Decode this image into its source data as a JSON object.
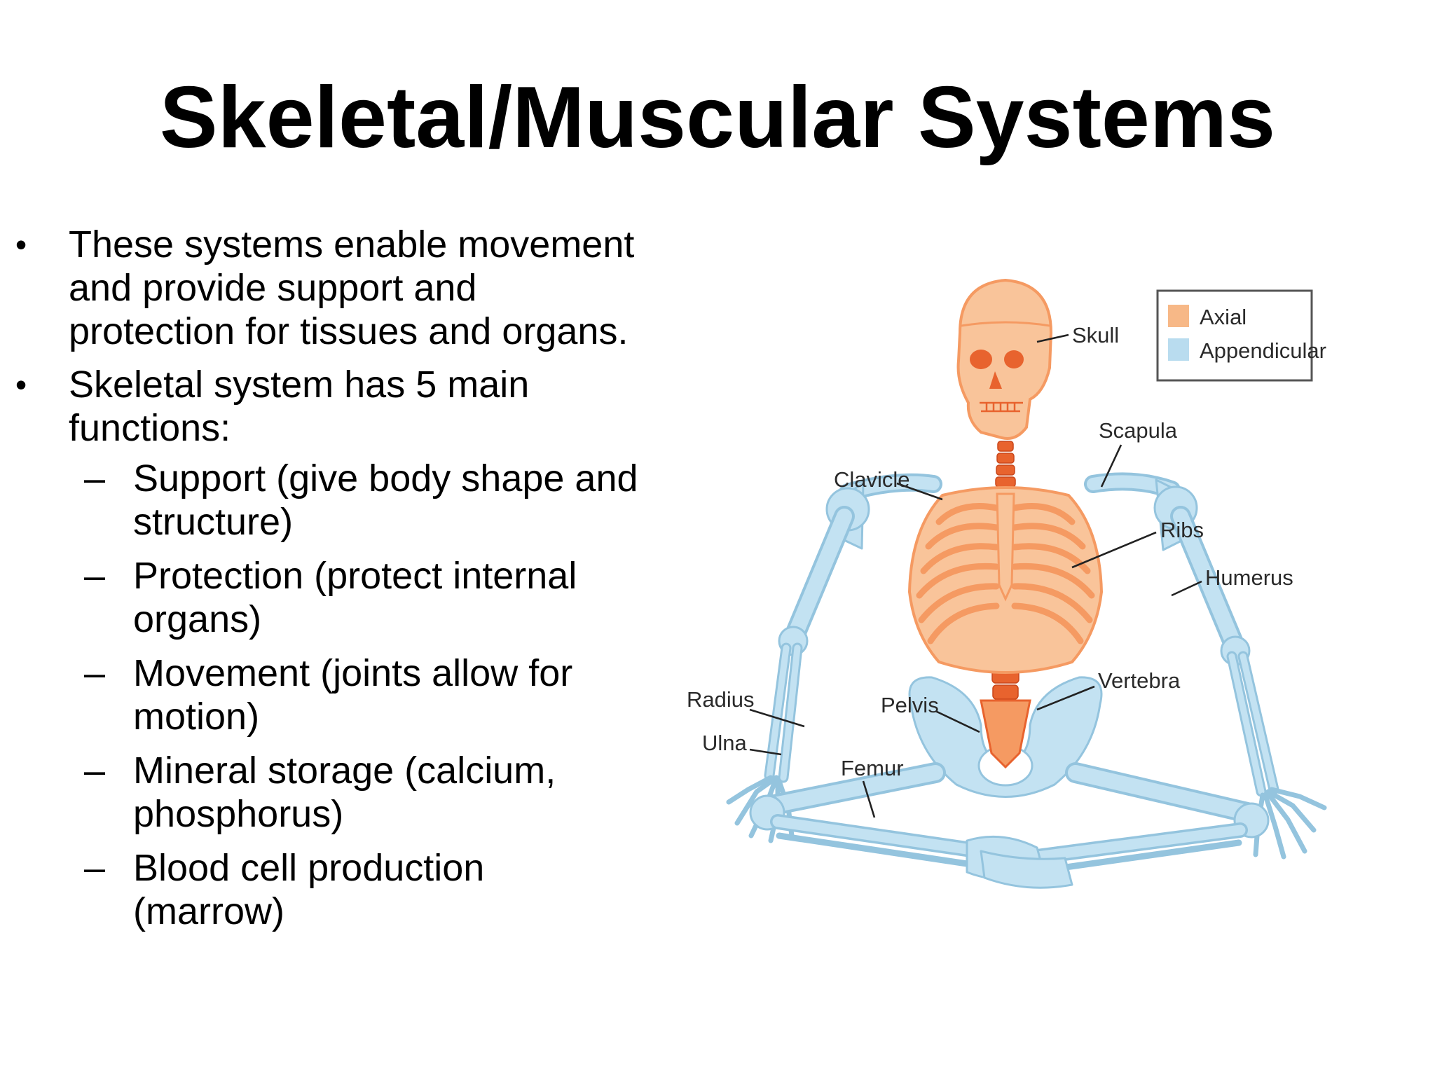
{
  "title": "Skeletal/Muscular Systems",
  "bullets": [
    {
      "text": "These systems enable movement and provide support and protection for tissues and organs."
    },
    {
      "text": "Skeletal system has 5 main functions:",
      "subitems": [
        "Support (give body shape and structure)",
        "Protection (protect internal organs)",
        "Movement (joints allow for motion)",
        "Mineral storage (calcium, phosphorus)",
        "Blood cell production (marrow)"
      ]
    }
  ],
  "bullet_marker": "•",
  "sub_marker": "–",
  "diagram": {
    "legend": [
      {
        "label": "Axial",
        "color": "#f7b887"
      },
      {
        "label": "Appendicular",
        "color": "#b9dcef"
      }
    ],
    "labels": {
      "skull": "Skull",
      "scapula": "Scapula",
      "clavicle": "Clavicle",
      "ribs": "Ribs",
      "humerus": "Humerus",
      "vertebra": "Vertebra",
      "radius": "Radius",
      "pelvis": "Pelvis",
      "ulna": "Ulna",
      "femur": "Femur"
    },
    "colors": {
      "axial": "#f59a62",
      "axial_light": "#f9c49a",
      "axial_dark": "#e8632e",
      "appendicular": "#c3e2f2",
      "appendicular_dark": "#94c4de"
    }
  }
}
